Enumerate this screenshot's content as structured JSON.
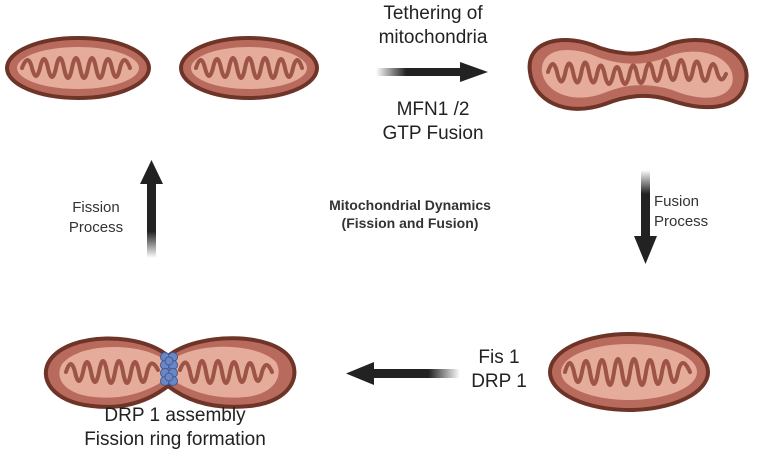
{
  "labels": {
    "tethering_line1": "Tethering of",
    "tethering_line2": "mitochondria",
    "mfn_line1": "MFN1 /2",
    "mfn_line2": "GTP Fusion",
    "center_title_line1": "Mitochondrial Dynamics",
    "center_title_line2": "(Fission and Fusion)",
    "fission_process_line1": "Fission",
    "fission_process_line2": "Process",
    "fusion_process_line1": "Fusion",
    "fusion_process_line2": "Process",
    "fis_line1": "Fis 1",
    "fis_line2": "DRP 1",
    "drp_assembly_line1": "DRP 1 assembly",
    "drp_assembly_line2": "Fission ring formation"
  },
  "colors": {
    "membrane_outer": "#6e3428",
    "membrane_fill": "#b86b5c",
    "matrix": "#e5ab9b",
    "arrow": "#222222",
    "drp1": "#6b86c4"
  }
}
